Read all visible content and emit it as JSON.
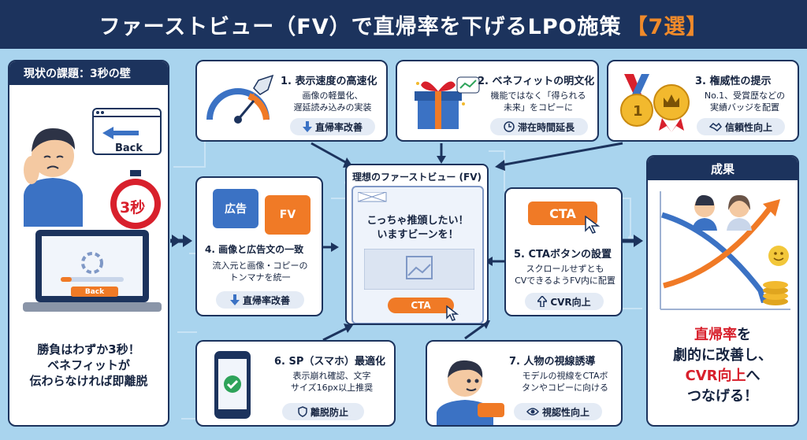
{
  "title": {
    "main": "ファーストビュー（FV）で直帰率を下げるLPO施策",
    "accent": "【7選】"
  },
  "left_panel": {
    "heading": "現状の課題：3秒の壁",
    "back_label": "Back",
    "timer_label": "3秒",
    "screen_back_label": "Back",
    "message_lines": [
      "勝負はわずか3秒！",
      "ベネフィットが",
      "伝わらなければ即離脱"
    ]
  },
  "center": {
    "title": "理想のファーストビュー (FV)",
    "headline_lines": [
      "こっちゃ推頒したい！",
      "いますビーンを！"
    ],
    "cta_label": "CTA"
  },
  "measures": [
    {
      "title": "1. 表示速度の高速化",
      "desc_lines": [
        "画像の軽量化、",
        "遅延読み込みの実装"
      ],
      "badge": "直帰率改善"
    },
    {
      "title": "2. ベネフィットの明文化",
      "desc_lines": [
        "機能ではなく「得られる",
        "未来」をコピーに"
      ],
      "badge": "滞在時間延長"
    },
    {
      "title": "3. 権威性の提示",
      "desc_lines": [
        "No.1、受賞歴などの",
        "実績バッジを配置"
      ],
      "badge": "信頼性向上"
    },
    {
      "title": "4. 画像と広告文の一致",
      "desc_lines": [
        "流入元と画像・コピーの",
        "トンマナを統一"
      ],
      "badge": "直帰率改善",
      "puzzle_left": "広告",
      "puzzle_right": "FV"
    },
    {
      "title": "5. CTAボタンの設置",
      "desc_lines": [
        "スクロールせずとも",
        "CVできるようFV内に配置"
      ],
      "badge": "CVR向上",
      "cta_label": "CTA"
    },
    {
      "title": "6. SP（スマホ）最適化",
      "desc_lines": [
        "表示崩れ確認、文字",
        "サイズ16px以上推奨"
      ],
      "badge": "離脱防止"
    },
    {
      "title": "7. 人物の視線誘導",
      "desc_lines": [
        "モデルの視線をCTAボ",
        "タンやコピーに向ける"
      ],
      "badge": "視認性向上"
    }
  ],
  "result": {
    "heading": "成果",
    "line1_red": "直帰率",
    "line1_rest": "を",
    "line2": "劇的に改善し、",
    "line3_red": "CVR向上",
    "line3_rest": "へ",
    "line4": "つなげる！"
  },
  "colors": {
    "navy": "#1c335d",
    "orange": "#f07a26",
    "red": "#d8202c",
    "background": "#a9d4ee"
  }
}
